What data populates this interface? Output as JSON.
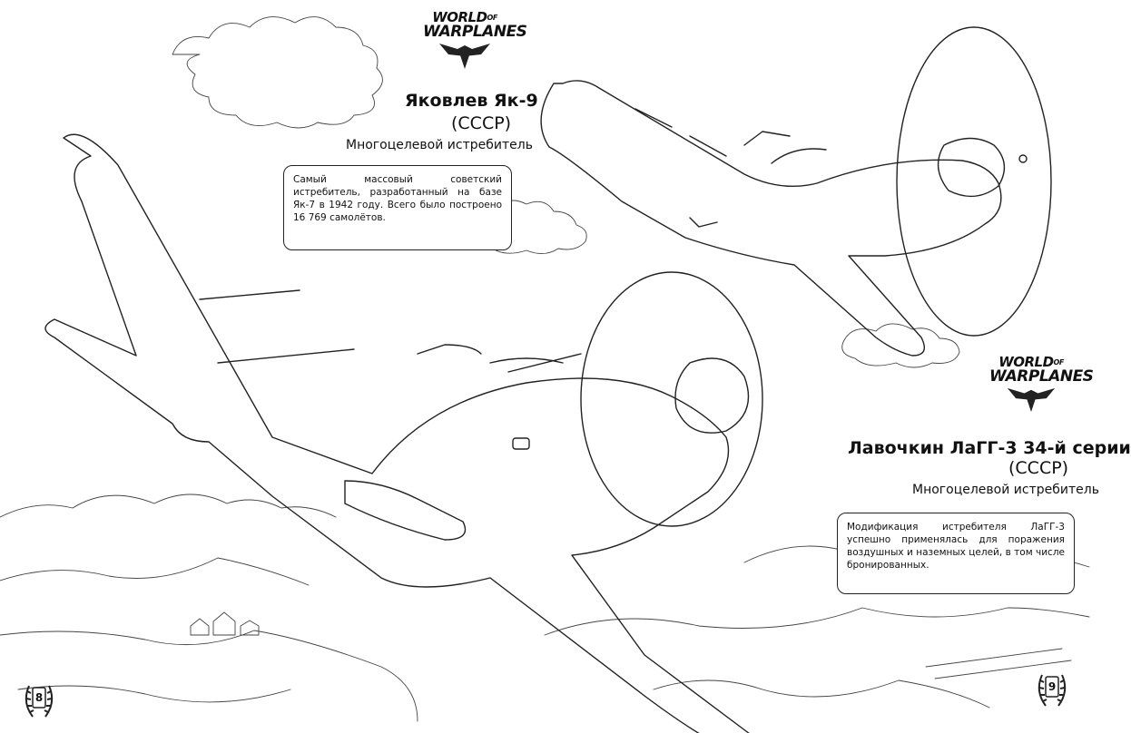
{
  "logo": {
    "line1": "WORLD",
    "line1_small": "OF",
    "line2": "WARPLANES"
  },
  "yak9": {
    "title": "Яковлев Як-9",
    "country": "(СССР)",
    "role": "Многоцелевой истребитель",
    "description": "Самый массовый советский истребитель, разработанный на базе Як-7 в 1942 году. Всего было построено 16 769 самолётов."
  },
  "lagg3": {
    "title": "Лавочкин ЛаГГ-3 34-й серии",
    "country": "(СССР)",
    "role": "Многоцелевой истребитель",
    "description": "Модификация истребителя ЛаГГ-3 успешно применялась для поражения воздушных и наземных целей, в том числе бронированных."
  },
  "page_numbers": {
    "left": "8",
    "right": "9"
  },
  "colors": {
    "ink": "#222222",
    "paper": "#ffffff"
  }
}
